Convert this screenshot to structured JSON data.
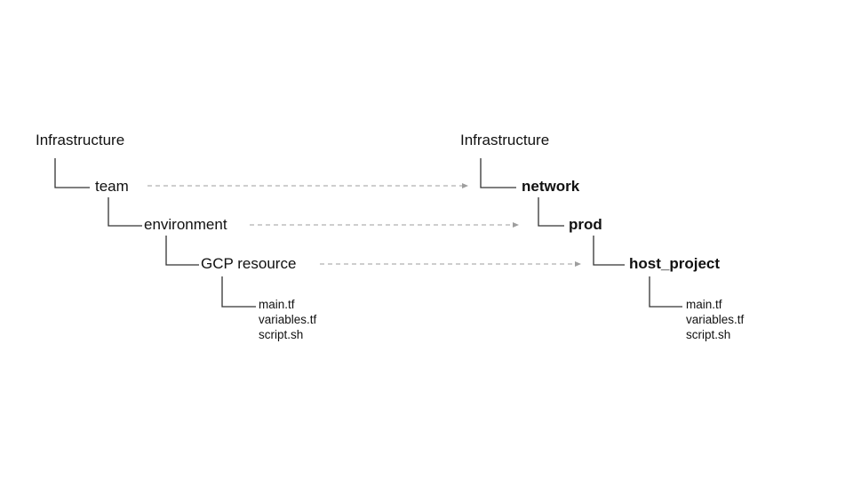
{
  "diagram": {
    "title_semantic": "terraform-infrastructure-mapping-diagram",
    "background_color": "#ffffff",
    "text_color": "#111111",
    "connector_color": "#333333",
    "arrow_color": "#9e9e9e",
    "left_tree": {
      "root": "Infrastructure",
      "levels": [
        {
          "label": "team"
        },
        {
          "label": "environment"
        },
        {
          "label": "GCP resource"
        }
      ],
      "files": [
        "main.tf",
        "variables.tf",
        "script.sh"
      ]
    },
    "right_tree": {
      "root": "Infrastructure",
      "levels": [
        {
          "label": "network"
        },
        {
          "label": "prod"
        },
        {
          "label": "host_project"
        }
      ],
      "files": [
        "main.tf",
        "variables.tf",
        "script.sh"
      ]
    },
    "mappings": [
      {
        "from": "team",
        "to": "network"
      },
      {
        "from": "environment",
        "to": "prod"
      },
      {
        "from": "GCP resource",
        "to": "host_project"
      }
    ]
  }
}
